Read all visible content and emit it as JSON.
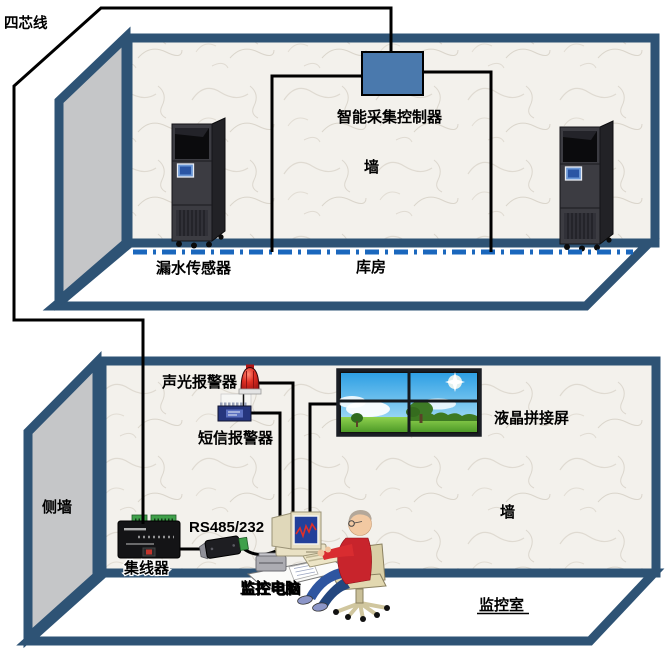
{
  "labels": {
    "four_core_wire": "四芯线",
    "room1": {
      "controller": "智能采集控制器",
      "wall": "墙",
      "leak_sensor": "漏水传感器",
      "room_name": "库房"
    },
    "room2": {
      "alarm": "声光报警器",
      "sms": "短信报警器",
      "lcd": "液晶拼接屏",
      "side_wall": "侧墙",
      "rs485": "RS485/232",
      "hub": "集线器",
      "pc": "监控电脑",
      "wall": "墙",
      "room_name": "监控室"
    }
  },
  "colors": {
    "room_border": "#2E5375",
    "side_wall_gray": "#C5C6C8",
    "floor_white": "#FFFFFF",
    "wall_texture_base": "#F3F1EC",
    "controller_blue": "#4A79AD",
    "leak_sensor_line": "#1A67BD",
    "wire_black": "#000000",
    "alarm_dome_red": "#C71F1F",
    "lcd_sky_blue": "#39A7E6",
    "lcd_grass_green": "#5FAF2E",
    "sweater_red": "#C8242C",
    "jeans_blue": "#2E55A0",
    "pc_beige": "#E9E1C4"
  }
}
